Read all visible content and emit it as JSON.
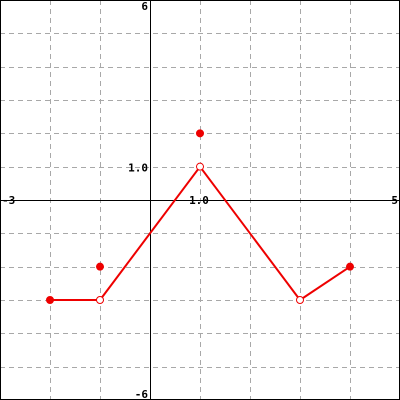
{
  "chart_data": {
    "type": "line",
    "xlim": [
      -3,
      5
    ],
    "ylim": [
      -6,
      6
    ],
    "grid": true,
    "grid_step": 1,
    "tick_labels": [
      {
        "axis": "x",
        "value": -3,
        "text": "-3"
      },
      {
        "axis": "x",
        "value": 5,
        "text": "5"
      },
      {
        "axis": "x",
        "value": 1,
        "text": "1.0"
      },
      {
        "axis": "y",
        "value": 6,
        "text": "6"
      },
      {
        "axis": "y",
        "value": -6,
        "text": "-6"
      },
      {
        "axis": "y",
        "value": 1,
        "text": "1.0"
      }
    ],
    "series": [
      {
        "color": "#ee0000",
        "segments": [
          [
            [
              -2,
              -3
            ],
            [
              -1,
              -3
            ]
          ],
          [
            [
              -1,
              -3
            ],
            [
              1,
              1
            ]
          ],
          [
            [
              1,
              1
            ],
            [
              3,
              -3
            ]
          ],
          [
            [
              3,
              -3
            ],
            [
              4,
              -2
            ]
          ]
        ],
        "points": [
          {
            "x": -2,
            "y": -3,
            "filled": true
          },
          {
            "x": -1,
            "y": -2,
            "filled": true
          },
          {
            "x": -1,
            "y": -3,
            "filled": false
          },
          {
            "x": 1,
            "y": 2,
            "filled": true
          },
          {
            "x": 1,
            "y": 1,
            "filled": false
          },
          {
            "x": 3,
            "y": -3,
            "filled": false
          },
          {
            "x": 4,
            "y": -2,
            "filled": true
          }
        ]
      }
    ]
  }
}
